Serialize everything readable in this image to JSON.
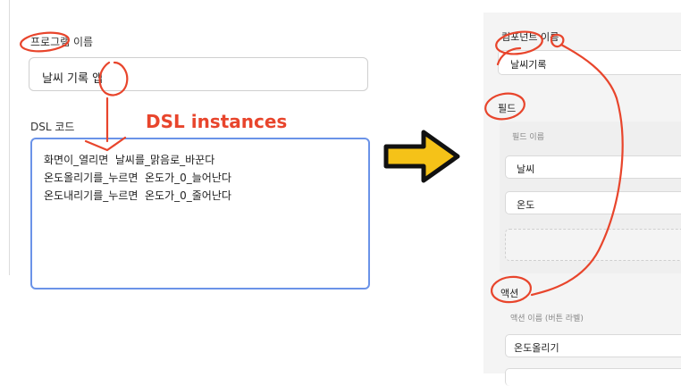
{
  "left": {
    "program_label": "프로그램 이름",
    "program_value": "날씨 기록 앱",
    "dsl_label": "DSL 코드",
    "dsl_lines": [
      "화면이_열리면  날씨를_맑음로_바꾼다",
      "온도올리기를_누르면  온도가_0_늘어난다",
      "온도내리기를_누르면  온도가_0_줄어난다"
    ],
    "annotation": "DSL instances"
  },
  "right": {
    "component_label": "컴포넌트 이름",
    "component_value": "날씨기록",
    "fields_label": "필드",
    "field_name_label": "필드 이름",
    "fields": [
      "날씨",
      "온도"
    ],
    "actions_label": "액션",
    "action_name_label": "액션 이름 (버튼 라벨)",
    "action_value": "온도올리기"
  },
  "colors": {
    "annotation_red": "#e8452c",
    "dsl_border_blue": "#6b93e8",
    "arrow_yellow": "#f5c218"
  }
}
